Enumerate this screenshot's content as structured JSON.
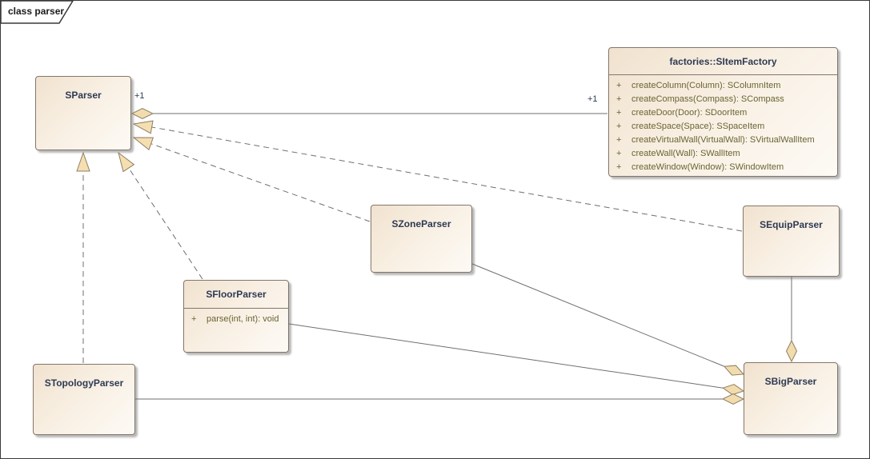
{
  "frame": {
    "label": "class parser"
  },
  "nodes": {
    "sparser": {
      "title": "SParser"
    },
    "factory": {
      "title": "factories::SItemFactory",
      "methods": [
        {
          "vis": "+",
          "sig": "createColumn(Column): SColumnItem"
        },
        {
          "vis": "+",
          "sig": "createCompass(Compass): SCompass"
        },
        {
          "vis": "+",
          "sig": "createDoor(Door): SDoorItem"
        },
        {
          "vis": "+",
          "sig": "createSpace(Space): SSpaceItem"
        },
        {
          "vis": "+",
          "sig": "createVirtualWall(VirtualWall): SVirtualWallItem"
        },
        {
          "vis": "+",
          "sig": "createWall(Wall): SWallItem"
        },
        {
          "vis": "+",
          "sig": "createWindow(Window): SWindowItem"
        }
      ]
    },
    "szoneparser": {
      "title": "SZoneParser"
    },
    "sequipparser": {
      "title": "SEquipParser"
    },
    "sfloorparser": {
      "title": "SFloorParser",
      "methods": [
        {
          "vis": "+",
          "sig": "parse(int, int): void"
        }
      ]
    },
    "stopologyparser": {
      "title": "STopologyParser"
    },
    "sbigparser": {
      "title": "SBigParser"
    }
  },
  "edges": {
    "sparser_itemfactory": {
      "kind": "aggregation",
      "from": "SParser",
      "to": "factories::SItemFactory",
      "source_multiplicity": "+1",
      "target_multiplicity": "+1",
      "line": "solid"
    },
    "szoneparser_sparser": {
      "kind": "realization",
      "from": "SZoneParser",
      "to": "SParser",
      "line": "dashed"
    },
    "sequipparser_sparser": {
      "kind": "realization",
      "from": "SEquipParser",
      "to": "SParser",
      "line": "dashed"
    },
    "sfloorparser_sparser": {
      "kind": "realization",
      "from": "SFloorParser",
      "to": "SParser",
      "line": "dashed"
    },
    "stopologyparser_sparser": {
      "kind": "realization",
      "from": "STopologyParser",
      "to": "SParser",
      "line": "dashed"
    },
    "sbigparser_szoneparser": {
      "kind": "aggregation",
      "from": "SBigParser",
      "to": "SZoneParser",
      "line": "solid"
    },
    "sbigparser_sfloorparser": {
      "kind": "aggregation",
      "from": "SBigParser",
      "to": "SFloorParser",
      "line": "solid"
    },
    "sbigparser_stopologyparser": {
      "kind": "aggregation",
      "from": "SBigParser",
      "to": "STopologyParser",
      "line": "solid"
    },
    "sbigparser_sequipparser": {
      "kind": "aggregation",
      "from": "SBigParser",
      "to": "SEquipParser",
      "line": "solid"
    }
  },
  "colors": {
    "node_fill_top": "#f1e2cf",
    "node_fill_bottom": "#fdfaf5",
    "node_border": "#84766a",
    "title_text": "#2e3a54",
    "member_text": "#6a6432",
    "connector_line": "#6f6f6f",
    "arrow_fill": "#f2dcae"
  }
}
